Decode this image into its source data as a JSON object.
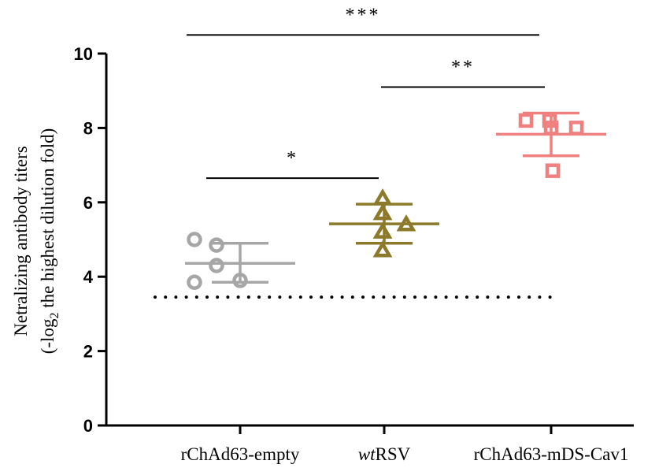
{
  "chart_data": {
    "type": "scatter",
    "title": "",
    "ylabel_line1": "Netralizing antibody titers",
    "ylabel_line2_pre": "(-log",
    "ylabel_sub": "2",
    "ylabel_line2_post": " the highest dilution fold)",
    "ylim": [
      0,
      10
    ],
    "yticks": [
      "0",
      "2",
      "4",
      "6",
      "8",
      "10"
    ],
    "categories": [
      "rChAd63-empty",
      "wtRSV",
      "rChAd63-mDS-Cav1"
    ],
    "category_label_parts": [
      {
        "italic": "",
        "normal": "rChAd63-empty"
      },
      {
        "italic": "wt",
        "normal": "RSV"
      },
      {
        "italic": "",
        "normal": "rChAd63-mDS-Cav1"
      }
    ],
    "series": [
      {
        "marker": "circle",
        "color": "#a6a6a6",
        "points": [
          5.0,
          4.85,
          4.3,
          3.85,
          3.9
        ],
        "mean": 4.36,
        "sd_low": 3.85,
        "sd_high": 4.9
      },
      {
        "marker": "triangle",
        "color": "#8c7a2a",
        "points": [
          6.1,
          5.7,
          5.4,
          5.2,
          4.7
        ],
        "mean": 5.42,
        "sd_low": 4.9,
        "sd_high": 5.95
      },
      {
        "marker": "square",
        "color": "#f08080",
        "points": [
          8.2,
          8.2,
          8.0,
          8.0,
          6.85
        ],
        "mean": 7.83,
        "sd_low": 7.25,
        "sd_high": 8.4
      }
    ],
    "detection_limit": 3.45,
    "significance": [
      {
        "label": "*",
        "from": 0,
        "to": 1,
        "y": 6.65
      },
      {
        "label": "**",
        "from": 1,
        "to": 2,
        "y": 9.1
      },
      {
        "label": "***",
        "from": 0,
        "to": 2,
        "y": 10.5
      }
    ],
    "grid": false,
    "legend": "none"
  }
}
